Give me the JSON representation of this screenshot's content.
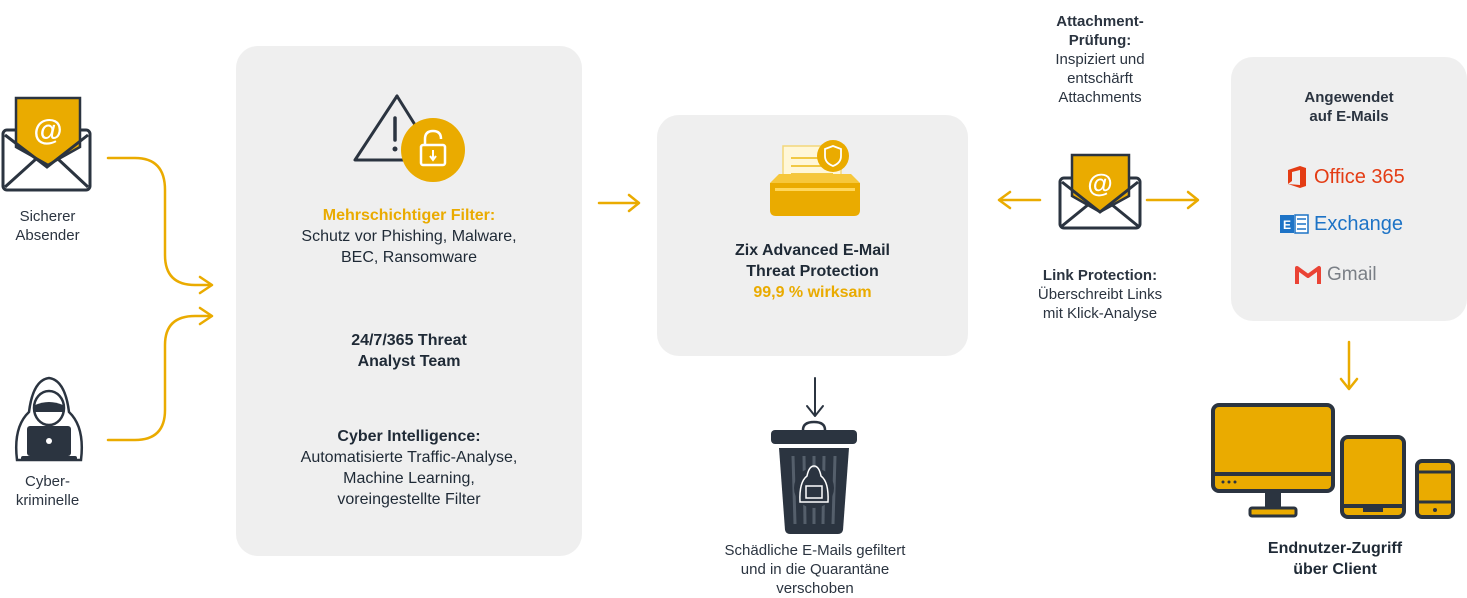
{
  "colors": {
    "accent": "#eaab00",
    "panel": "#efefef",
    "ink": "#2b3440",
    "office": "#e43c14",
    "exchange": "#1d73c6",
    "gmail": "#ea4335"
  },
  "senders": {
    "safe_label": [
      "Sicherer",
      "Absender"
    ],
    "criminal_label": [
      "Cyber-",
      "kriminelle"
    ]
  },
  "filter_panel": {
    "title": "Mehrschichtiger Filter:",
    "title_text": [
      "Schutz vor Phishing, Malware,",
      "BEC, Ransomware"
    ],
    "team": [
      "24/7/365 Threat",
      "Analyst Team"
    ],
    "intel_title": "Cyber Intelligence:",
    "intel_text": [
      "Automatisierte Traffic-Analyse,",
      "Machine Learning,",
      "voreingestellte Filter"
    ]
  },
  "zix_panel": {
    "title": [
      "Zix Advanced E-Mail",
      "Threat Protection"
    ],
    "efficacy": "99,9 % wirksam"
  },
  "quarantine": {
    "label": [
      "Schädliche E-Mails gefiltert",
      "und in die Quarantäne",
      "verschoben"
    ]
  },
  "attachment": {
    "title": [
      "Attachment-",
      "Prüfung:"
    ],
    "text": [
      "Inspiziert und",
      "entschärft",
      "Attachments"
    ]
  },
  "link_protection": {
    "title": "Link Protection:",
    "text": [
      "Überschreibt Links",
      "mit Klick-Analyse"
    ]
  },
  "apps_panel": {
    "title": [
      "Angewendet",
      "auf E-Mails"
    ],
    "apps": [
      "Office 365",
      "Exchange",
      "Gmail"
    ]
  },
  "endpoint": {
    "label": [
      "Endnutzer-Zugriff",
      "über Client"
    ]
  }
}
